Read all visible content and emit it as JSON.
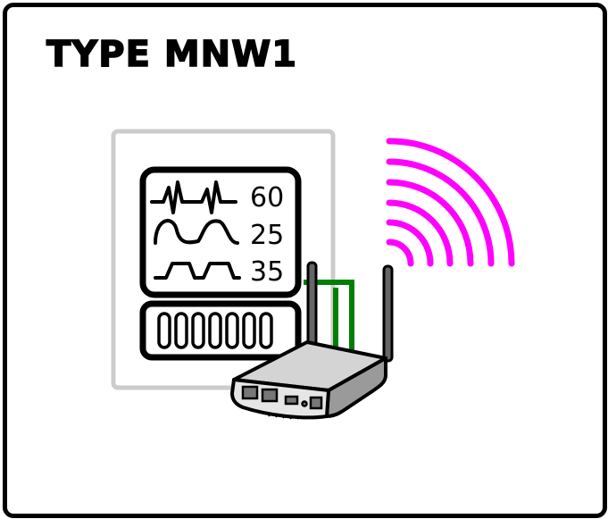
{
  "title": "TYPE MNW1",
  "monitor": {
    "readings": [
      {
        "value": "60",
        "waveform": "ecg-icon"
      },
      {
        "value": "25",
        "waveform": "respiration-wave-icon"
      },
      {
        "value": "35",
        "waveform": "square-wave-icon"
      }
    ]
  },
  "colors": {
    "wifi": "#ff00ff",
    "cable": "#008000",
    "wall_plate": "#cccccc",
    "router_body": "#d4d4d4"
  }
}
